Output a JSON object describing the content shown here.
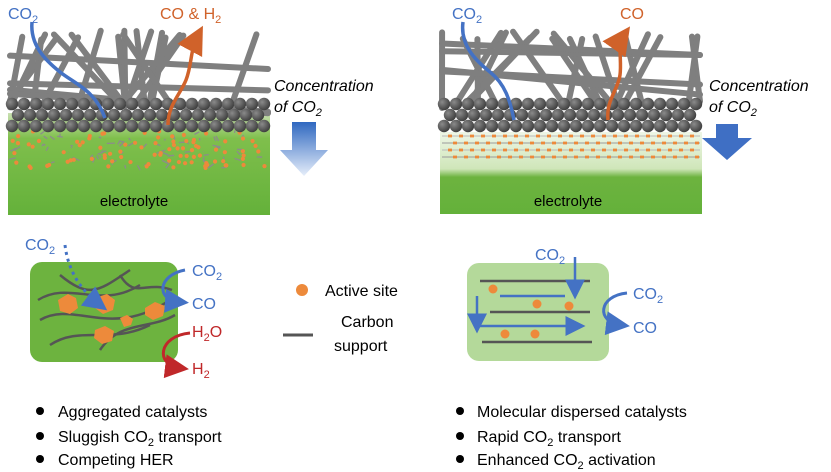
{
  "left_panel": {
    "co2_label": "CO",
    "co2_sub": "2",
    "product_label": "CO & H",
    "product_sub": "2",
    "concentration_line1": "Concentration",
    "concentration_line2": "of CO",
    "concentration_sub": "2",
    "electrolyte_label": "electrolyte"
  },
  "right_panel": {
    "co2_label": "CO",
    "co2_sub": "2",
    "product_label": "CO",
    "concentration_line1": "Concentration",
    "concentration_line2": "of CO",
    "concentration_sub": "2",
    "electrolyte_label": "electrolyte"
  },
  "left_inset": {
    "co2_in": "CO",
    "co2_in_sub": "2",
    "co2_out": "CO",
    "co2_out_sub": "2",
    "co_out": "CO",
    "h2o": "H",
    "h2o_sub": "2",
    "h2o_tail": "O",
    "h2": "H",
    "h2_sub": "2"
  },
  "right_inset": {
    "co2_in": "CO",
    "co2_in_sub": "2",
    "co2_out": "CO",
    "co2_out_sub": "2",
    "co_out": "CO"
  },
  "legend": {
    "active_site": "Active site",
    "carbon_line1": "Carbon",
    "carbon_line2": "support"
  },
  "left_bullets": {
    "b1": "Aggregated catalysts",
    "b2_pre": "Sluggish CO",
    "b2_sub": "2",
    "b2_post": " transport",
    "b3": "Competing HER"
  },
  "right_bullets": {
    "b1": "Molecular dispersed catalysts",
    "b2_pre": "Rapid CO",
    "b2_sub": "2",
    "b2_post": " transport",
    "b3_pre": "Enhanced CO",
    "b3_sub": "2",
    "b3_post": " activation"
  },
  "colors": {
    "co2_blue": "#4472c4",
    "product_orange": "#d0622a",
    "h2_red": "#c0282a",
    "active_site": "#ed8a3b",
    "electrolyte_green": "#6db33f",
    "fiber_gray": "#7f7f7f",
    "particle_gray": "#555555"
  }
}
